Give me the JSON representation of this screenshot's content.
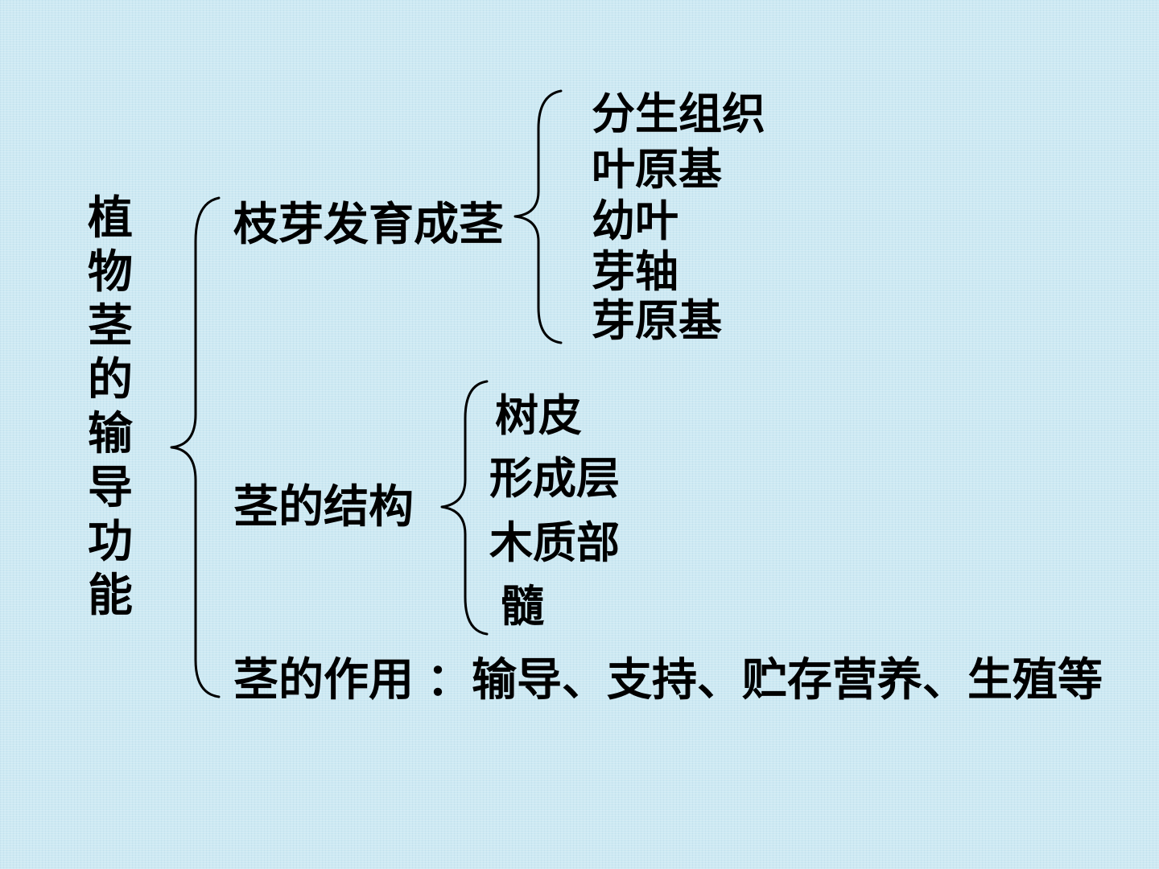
{
  "title": "植物茎的输导功能",
  "branches": {
    "bud": {
      "label": "枝芽发育成茎",
      "items": [
        "分生组织",
        "叶原基",
        "幼叶",
        "芽轴",
        "芽原基"
      ]
    },
    "structure": {
      "label": "茎的结构",
      "items": [
        "树皮",
        "形成层",
        "木质部",
        "髓"
      ]
    },
    "function": {
      "label": "茎的作用",
      "colon": "：",
      "text": "输导、支持、贮存营养、生殖等"
    }
  }
}
